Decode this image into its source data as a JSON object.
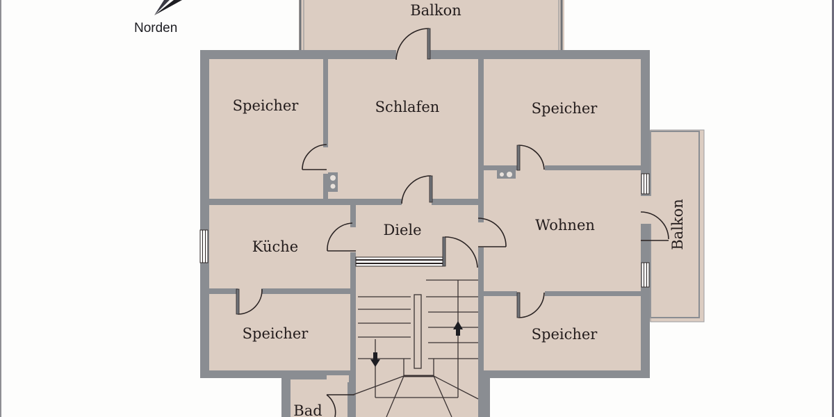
{
  "compass": {
    "label": "Norden",
    "icon": "north-arrow-icon"
  },
  "colors": {
    "floor": "#dccdc2",
    "wall": "#8a8d92",
    "wall_dark": "#6f7277",
    "line": "#2a2323",
    "background": "#fdfdfc"
  },
  "rooms": {
    "balkon_top": "Balkon",
    "speicher_top_left": "Speicher",
    "schlafen": "Schlafen",
    "speicher_top_right": "Speicher",
    "diele": "Diele",
    "kueche": "Küche",
    "wohnen": "Wohnen",
    "balkon_right": "Balkon",
    "speicher_bottom_left": "Speicher",
    "speicher_bottom_right": "Speicher",
    "bad": "Bad"
  }
}
